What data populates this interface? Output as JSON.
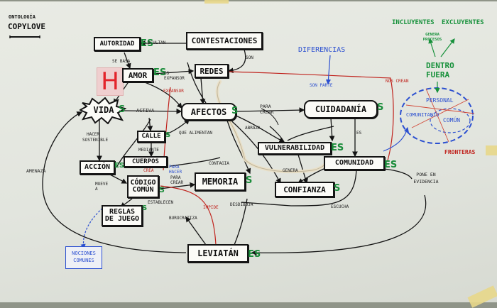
{
  "title": {
    "line1": "ONTOLOGÍA",
    "line2": "COPYLOVE"
  },
  "nodes": {
    "autoridad": "AUTORIDAD",
    "contestaciones": "CONTESTACIONES",
    "amor": "AMOR",
    "redes": "REDES",
    "vida": "VIDA",
    "afectos": "AFECTOS",
    "cuidadania": "CUIDADANÍA",
    "calle": "CALLE",
    "cuerpos": "CUERPOS",
    "accion": "ACCIÓN",
    "codigo_comun": "CÓDIGO COMÚN",
    "memoria": "MEMORIA",
    "vulnerabilidad": "VULNERABILIDAD",
    "comunidad": "COMUNIDAD",
    "confianza": "CONFIANZA",
    "reglas_juego": "REGLAS DE JUEGO",
    "leviatan": "LEVIATÁN"
  },
  "suffixes": {
    "autoridad": "ES",
    "amor": "ES",
    "vida": "S",
    "afectos": "S",
    "cuidadania": "S",
    "vulnerabilidad": "ES",
    "comunidad": "ES",
    "confianza": "S",
    "leviatan": "ES",
    "memoria": "S",
    "accion": "ES",
    "calle": "S",
    "codigo": "S",
    "reglas": "S"
  },
  "h_mark": "H",
  "labels": {
    "ocultan": "OCULTAN",
    "son": "SON",
    "se_basa": "SE BASA",
    "es_expansor": "ES EXPANSOR",
    "expansor_red": "EXPANSOR",
    "activa": "ACTIVA",
    "para_crear": "PARA CREAR",
    "son_parte": "SON PARTE",
    "nos_crean": "NOS CREAN",
    "que_alimentan": "QUE ALIMENTAN",
    "abraza": "ABRAZA",
    "mediante": "MEDIANTE",
    "hacer_sostenible": "HACER SOSTENIBLE",
    "amenaza": "AMENAZA",
    "contagia": "CONTAGIA",
    "para_hacer": "PARA HACER",
    "para_crear_small": "PARA CREAR",
    "mueve_a": "MUEVE A",
    "establecen": "ESTABLECEN",
    "impide": "IMPIDE",
    "burocratiza": "BUROCRATIZA",
    "desdibuja": "DESDIBUJA",
    "escucha": "ESCUCHA",
    "es": "ES",
    "genera": "GENERA",
    "pone_en_evidencia": "PONE EN EVIDENCIA",
    "crea_red": "CREA"
  },
  "nociones": "NOCIONES COMUNES",
  "diferencias": "DIFERENCIAS",
  "right": {
    "incluyentes": "INCLUYENTES",
    "excluyentes": "EXCLUYENTES",
    "genera_procesos": "GENERA PROCESOS",
    "dentro": "DENTRO",
    "fuera": "FUERA",
    "personal": "PERSONAL",
    "comunitario": "COMUNITARIO",
    "comun": "COMÚN",
    "fronteras": "FRONTERAS"
  },
  "colors": {
    "ink": "#141414",
    "green": "#17913b",
    "red": "#c0231d",
    "blue": "#2b4fd0"
  }
}
